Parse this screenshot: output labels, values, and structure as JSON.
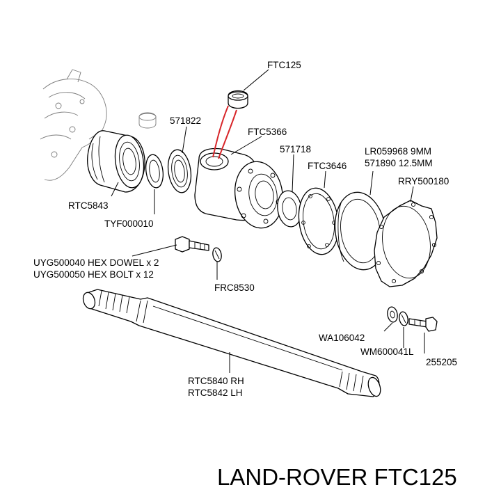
{
  "labels": {
    "ftc125": "FTC125",
    "p571822": "571822",
    "ftc5366": "FTC5366",
    "p571718": "571718",
    "lr059968": "LR059968 9MM",
    "p571890": "571890 12.5MM",
    "ftc3646": "FTC3646",
    "rry500180": "RRY500180",
    "rtc5843": "RTC5843",
    "tyf000010": "TYF000010",
    "uyg500040": "UYG500040 HEX DOWEL x 2",
    "uyg500050": "UYG500050 HEX BOLT x 12",
    "frc8530": "FRC8530",
    "wa106042": "WA106042",
    "wm600041l": "WM600041L",
    "p255205": "255205",
    "rtc5840": "RTC5840 RH",
    "rtc5842": "RTC5842 LH"
  },
  "brand_text": "LAND-ROVER FTC125",
  "colors": {
    "highlight": "#d8262a",
    "line": "#000000"
  }
}
